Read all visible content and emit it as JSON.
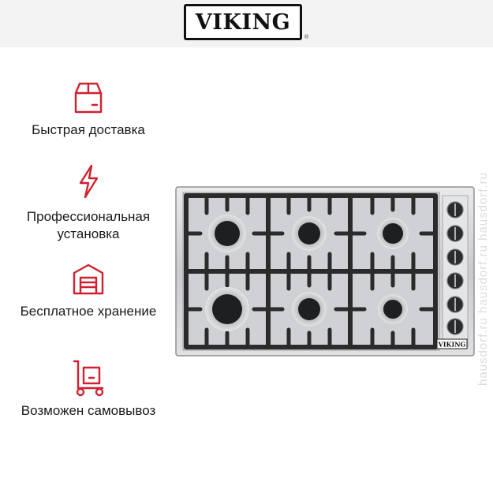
{
  "brand": {
    "logo": "VIKING",
    "registered": "®"
  },
  "features": [
    {
      "label": "Быстрая доставка",
      "icon": "box-icon"
    },
    {
      "label": "Профессиональная установка",
      "icon": "lightning-icon"
    },
    {
      "label": "Бесплатное хранение",
      "icon": "warehouse-icon"
    },
    {
      "label": "Возможен самовывоз",
      "icon": "hand-truck-icon"
    }
  ],
  "watermark": "hausdorf.ru   hausdorf.ru   hausdorf.ru",
  "product": {
    "badge": "VIKING",
    "burners": 6,
    "knobs": 6
  },
  "colors": {
    "accent": "#d2202f",
    "text": "#1a1a1a",
    "header_bg": "#f3f3f3"
  }
}
